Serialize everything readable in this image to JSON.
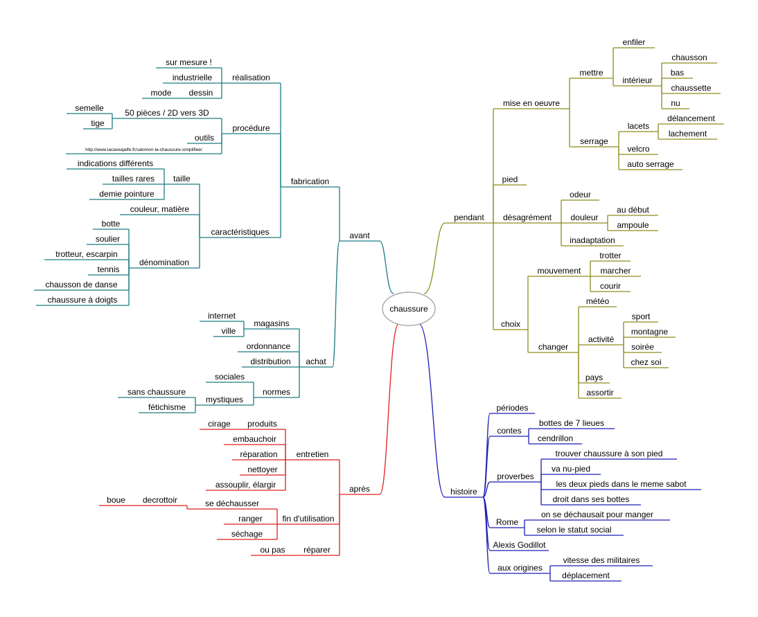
{
  "title": "chaussure",
  "colors": {
    "teal": "#1a7c82",
    "red": "#e01e1e",
    "olive": "#8c8c1e",
    "blue": "#1c1cb4",
    "root_border": "#999999"
  },
  "nodes": {
    "n1": "avant",
    "n2": "fabrication",
    "n3": "réalisation",
    "n4": "sur mesure !",
    "n5": "industrielle",
    "n6": "dessin",
    "n7": "mode",
    "n8": "procédure",
    "n9": "50 pièces / 2D vers 3D",
    "n10": "semelle",
    "n11": "tige",
    "n12": "outils",
    "n13": "http://www.lacaveajalfe.fr/salomon-la-chaussure-simplifiee/",
    "n14": "caractéristiques",
    "n15": "taille",
    "n16": "indications différents",
    "n17": "tailles rares",
    "n18": "demie pointure",
    "n19": "couleur, matière",
    "n20": "dénomination",
    "n21": "botte",
    "n22": "soulier",
    "n23": "trotteur, escarpin",
    "n24": "tennis",
    "n25": "chausson de danse",
    "n26": "chaussure à doigts",
    "n27": "achat",
    "n28": "magasins",
    "n29": "internet",
    "n30": "ville",
    "n31": "ordonnance",
    "n32": "distribution",
    "n33": "normes",
    "n34": "sociales",
    "n35": "mystiques",
    "n36": "sans chaussure",
    "n37": "fétichisme",
    "n38": "après",
    "n39": "entretien",
    "n40": "produits",
    "n41": "cirage",
    "n42": "embauchoir",
    "n43": "réparation",
    "n44": "nettoyer",
    "n45": "assouplir, élargir",
    "n46": "fin d'utilisation",
    "n47": "se déchausser",
    "n48": "decrottoir",
    "n49": "boue",
    "n50": "ranger",
    "n51": "séchage",
    "n52": "réparer",
    "n53": "ou pas",
    "n54": "pendant",
    "n55": "mise en oeuvre",
    "n56": "mettre",
    "n57": "enfiler",
    "n58": "intérieur",
    "n59": "chausson",
    "n60": "bas",
    "n61": "chaussette",
    "n62": "nu",
    "n63": "serrage",
    "n64": "lacets",
    "n65": "délancement",
    "n66": "lachement",
    "n67": "velcro",
    "n68": "auto serrage",
    "n69": "pied",
    "n70": "désagrément",
    "n71": "odeur",
    "n72": "douleur",
    "n73": "au début",
    "n74": "ampoule",
    "n75": "inadaptation",
    "n76": "choix",
    "n77": "mouvement",
    "n78": "trotter",
    "n79": "marcher",
    "n80": "courir",
    "n81": "changer",
    "n82": "météo",
    "n83": "activité",
    "n84": "sport",
    "n85": "montagne",
    "n86": "soirée",
    "n87": "chez soi",
    "n88": "pays",
    "n89": "assortir",
    "n90": "histoire",
    "n91": "périodes",
    "n92": "contes",
    "n93": "bottes de 7 lieues",
    "n94": "cendrillon",
    "n95": "proverbes",
    "n96": "trouver chaussure à son pied",
    "n97": "va nu-pied",
    "n98": "les deux pieds dans le meme sabot",
    "n99": "droit dans ses bottes",
    "n100": "Rome",
    "n101": "on se déchausait pour manger",
    "n102": "selon le statut social",
    "n103": "Alexis Godillot",
    "n104": "aux origines",
    "n105": "vitesse des militaires",
    "n106": "déplacement"
  }
}
